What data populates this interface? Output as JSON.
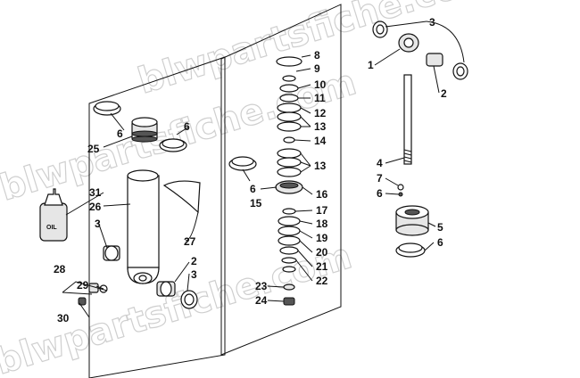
{
  "watermark": "blwpartsfiche.com",
  "oil_label": "OIL",
  "colors": {
    "line": "#111111",
    "background": "#ffffff",
    "watermark": "#cfcfcf"
  },
  "callouts": {
    "c1": "1",
    "c2a": "2",
    "c2b": "2",
    "c3a": "3",
    "c3b": "3",
    "c3c": "3",
    "c4": "4",
    "c5": "5",
    "c6a": "6",
    "c6b": "6",
    "c6c": "6",
    "c6d": "6",
    "c6e": "6",
    "c7": "7",
    "c8": "8",
    "c9": "9",
    "c10": "10",
    "c11": "11",
    "c12": "12",
    "c13a": "13",
    "c13b": "13",
    "c14": "14",
    "c15": "15",
    "c16": "16",
    "c17": "17",
    "c18": "18",
    "c19": "19",
    "c20": "20",
    "c21": "21",
    "c22": "22",
    "c23": "23",
    "c24": "24",
    "c25": "25",
    "c26": "26",
    "c27": "27",
    "c28": "28",
    "c29": "29",
    "c30": "30",
    "c31": "31"
  }
}
